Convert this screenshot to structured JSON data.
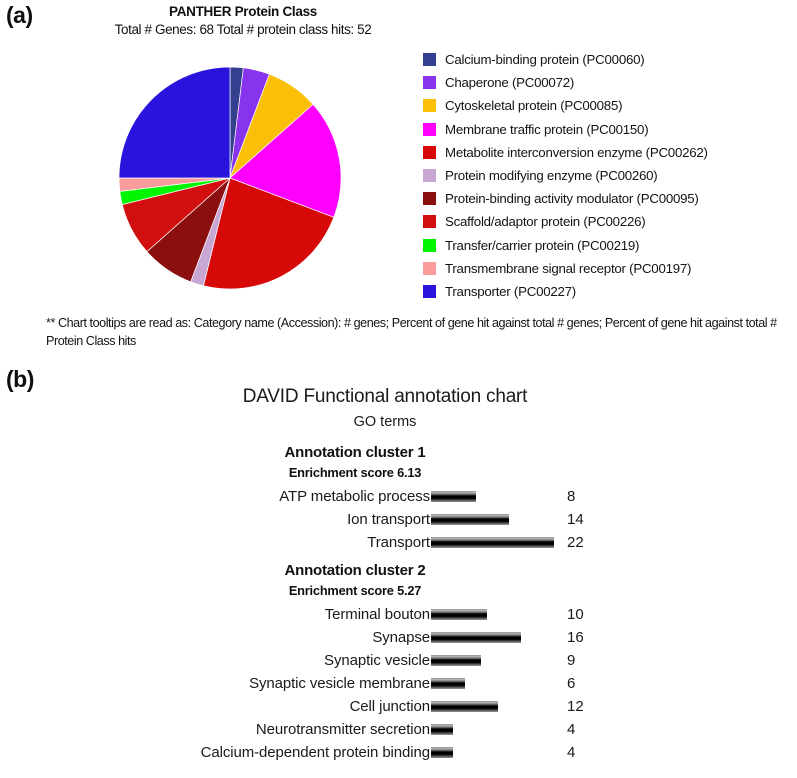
{
  "panels": {
    "a_label": "(a)",
    "b_label": "(b)"
  },
  "panther": {
    "title": "PANTHER Protein Class",
    "subtitle": "Total # Genes: 68   Total # protein class hits: 52",
    "total_genes": 68,
    "total_protein_class_hits": 52,
    "footnote": "** Chart tooltips are read as: Category name (Accession): # genes; Percent of gene hit against total # genes; Percent of gene hit against total # Protein Class hits"
  },
  "chart_data": {
    "type": "pie",
    "title": "PANTHER Protein Class",
    "subtitle": "Total # Genes: 68   Total # protein class hits: 52",
    "legend_position": "right",
    "categories": [
      "Calcium-binding protein (PC00060)",
      "Chaperone (PC00072)",
      "Cytoskeletal protein (PC00085)",
      "Membrane traffic protein (PC00150)",
      "Metabolite interconversion enzyme (PC00262)",
      "Protein modifying enzyme (PC00260)",
      "Protein-binding activity modulator (PC00095)",
      "Scaffold/adaptor protein (PC00226)",
      "Transfer/carrier protein (PC00219)",
      "Transmembrane signal receptor (PC00197)",
      "Transporter (PC00227)"
    ],
    "accessions": [
      "PC00060",
      "PC00072",
      "PC00085",
      "PC00150",
      "PC00262",
      "PC00260",
      "PC00095",
      "PC00226",
      "PC00219",
      "PC00197",
      "PC00227"
    ],
    "values": [
      1,
      2,
      4,
      9,
      12,
      1,
      4,
      4,
      1,
      1,
      13
    ],
    "percent": [
      1.9,
      3.8,
      7.7,
      17.3,
      23.1,
      1.9,
      7.7,
      7.7,
      1.9,
      1.9,
      25.0
    ],
    "colors": [
      "#333f8f",
      "#8833ee",
      "#fcbf07",
      "#ff00ff",
      "#d60808",
      "#c9a7d4",
      "#8c0f0f",
      "#d10f0f",
      "#00f600",
      "#fb9c9c",
      "#2a14dd"
    ]
  },
  "david": {
    "title": "DAVID Functional annotation chart",
    "subtitle": "GO terms",
    "clusters": [
      {
        "name": "Annotation cluster 1",
        "score_label": "Enrichment score 6.13",
        "enrichment_score": 6.13,
        "terms": [
          {
            "label": "ATP metabolic process",
            "count": 8
          },
          {
            "label": "Ion transport",
            "count": 14
          },
          {
            "label": "Transport",
            "count": 22
          }
        ]
      },
      {
        "name": "Annotation cluster 2",
        "score_label": "Enrichment score 5.27",
        "enrichment_score": 5.27,
        "terms": [
          {
            "label": "Terminal bouton",
            "count": 10
          },
          {
            "label": "Synapse",
            "count": 16
          },
          {
            "label": "Synaptic vesicle",
            "count": 9
          },
          {
            "label": "Synaptic vesicle membrane",
            "count": 6
          },
          {
            "label": "Cell junction",
            "count": 12
          },
          {
            "label": "Neurotransmitter secretion",
            "count": 4
          },
          {
            "label": "Calcium-dependent  protein binding",
            "count": 4
          }
        ]
      }
    ]
  }
}
